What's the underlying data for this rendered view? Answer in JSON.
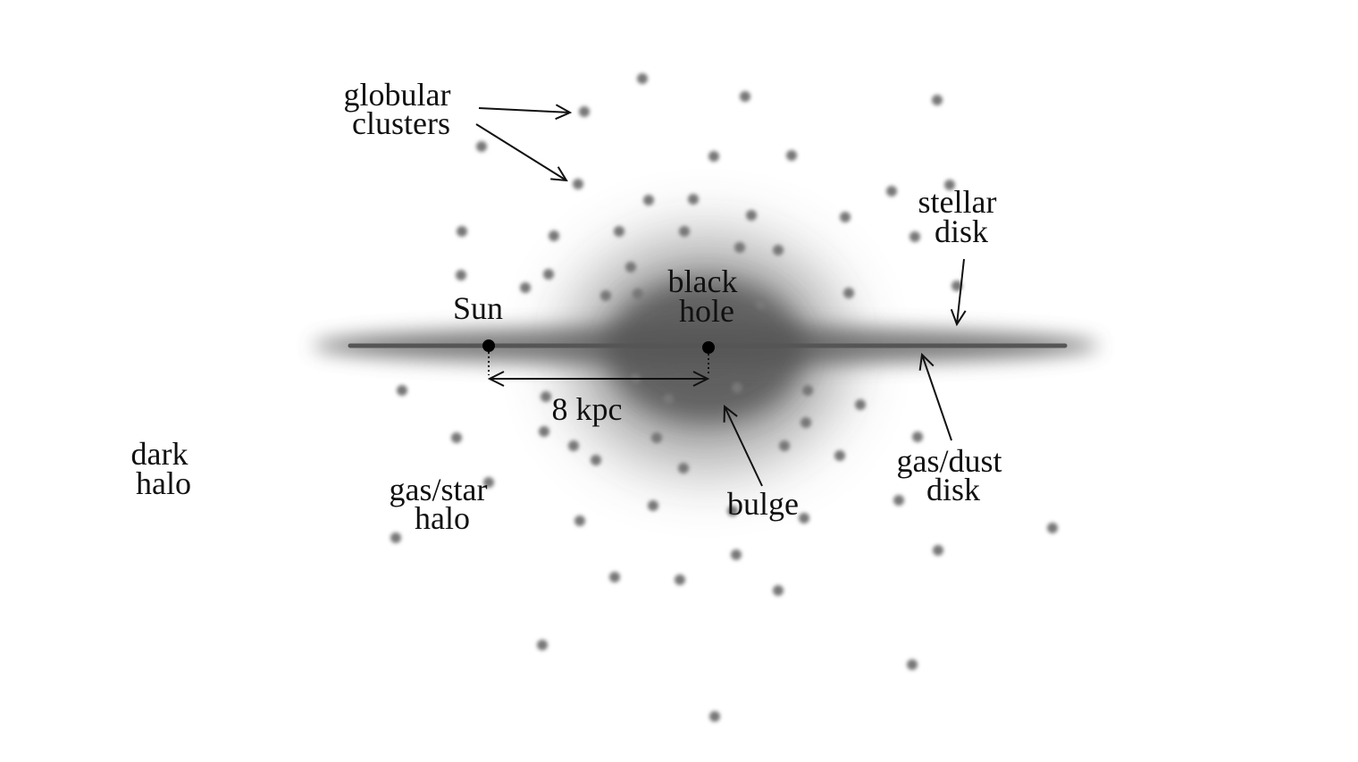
{
  "labels": {
    "globular_clusters": [
      "globular",
      "clusters"
    ],
    "stellar_disk": [
      "stellar",
      "disk"
    ],
    "sun": "Sun",
    "black_hole": [
      "black",
      "hole"
    ],
    "distance": "8 kpc",
    "dark_halo": [
      "dark",
      "halo"
    ],
    "gas_star_halo": [
      "gas/star",
      "halo"
    ],
    "bulge": "bulge",
    "gas_dust_disk": [
      "gas/dust",
      "disk"
    ]
  },
  "colors": {
    "background": "#ffffff",
    "ink": "#111111",
    "disk": "#5a5a5a",
    "cluster": "#777777"
  }
}
